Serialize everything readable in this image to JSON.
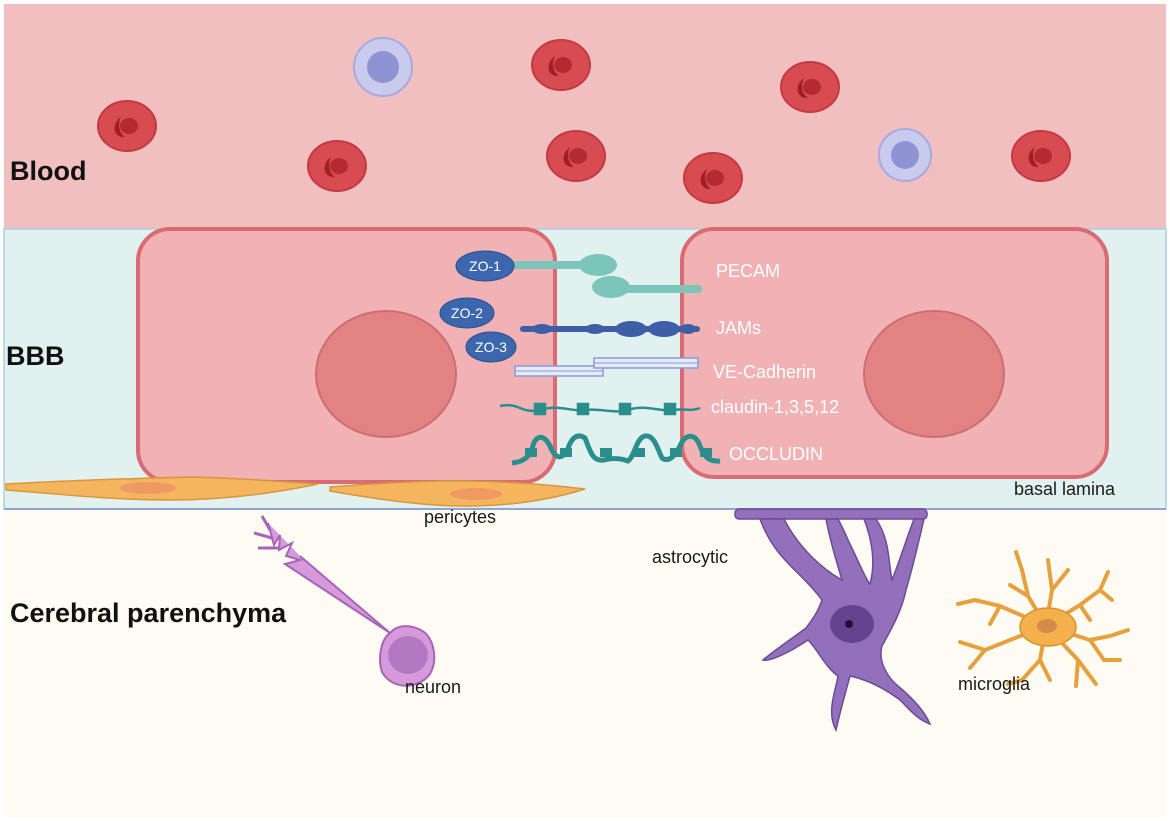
{
  "regions": {
    "blood": "Blood",
    "bbb": "BBB",
    "parenchyma": "Cerebral parenchyma"
  },
  "zo_proteins": [
    "ZO-1",
    "ZO-2",
    "ZO-3"
  ],
  "junction_proteins": {
    "pecam": "PECAM",
    "jams": "JAMs",
    "ve_cadherin": "VE-Cadherin",
    "claudin": "claudin-1,3,5,12",
    "occludin": "OCCLUDIN"
  },
  "cell_labels": {
    "basal_lamina": "basal lamina",
    "pericytes": "pericytes",
    "neuron": "neuron",
    "astrocytic": "astrocytic",
    "microglia": "microglia"
  },
  "colors": {
    "blood_bg": "#f2bfc0",
    "bbb_bg": "#e1f1ef",
    "parenchyma_bg": "#fdfbf2",
    "endothelial_fill": "#f0b2b4",
    "endothelial_stroke": "#d96b73",
    "nucleus": "#e38283",
    "rbc": "#d94a4f",
    "wbc": "#b7b9e6",
    "zo": "#3c66ad",
    "pecam": "#7cc5bb",
    "jam": "#3e5fa6",
    "claudin": "#2a8f8c",
    "pericyte": "#f5b55e",
    "neuron": "#d599dc",
    "astrocyte": "#9470bc",
    "microglia": "#f3b04b"
  }
}
